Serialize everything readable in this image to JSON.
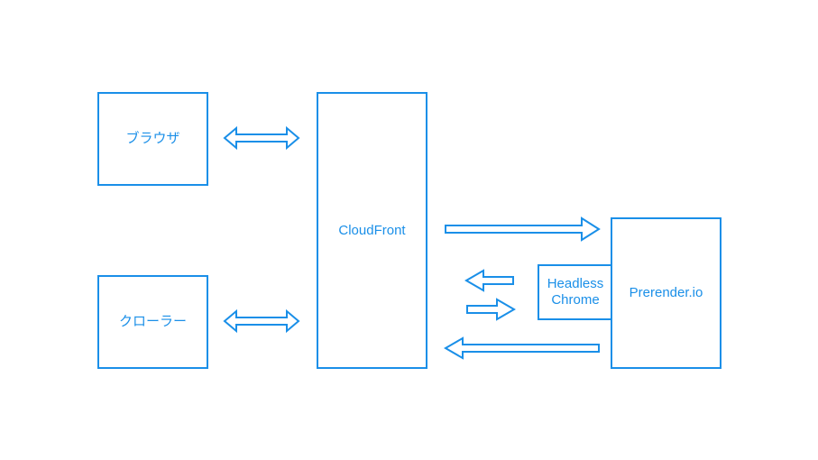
{
  "diagram": {
    "nodes": {
      "browser": {
        "label": "ブラウザ"
      },
      "crawler": {
        "label": "クローラー"
      },
      "cloudfront": {
        "label": "CloudFront"
      },
      "headless_chrome": {
        "label": "Headless\nChrome"
      },
      "prerender": {
        "label": "Prerender.io"
      }
    },
    "edges": [
      {
        "from": "browser",
        "to": "cloudfront",
        "direction": "both"
      },
      {
        "from": "crawler",
        "to": "cloudfront",
        "direction": "both"
      },
      {
        "from": "cloudfront",
        "to": "prerender",
        "direction": "forward"
      },
      {
        "from": "headless_chrome",
        "to": "cloudfront",
        "direction": "forward"
      },
      {
        "from": "cloudfront",
        "to": "headless_chrome",
        "direction": "forward"
      },
      {
        "from": "prerender",
        "to": "cloudfront",
        "direction": "forward"
      }
    ],
    "colors": {
      "stroke": "#1a8fe8",
      "text": "#1a8fe8",
      "fill": "#ffffff"
    }
  }
}
